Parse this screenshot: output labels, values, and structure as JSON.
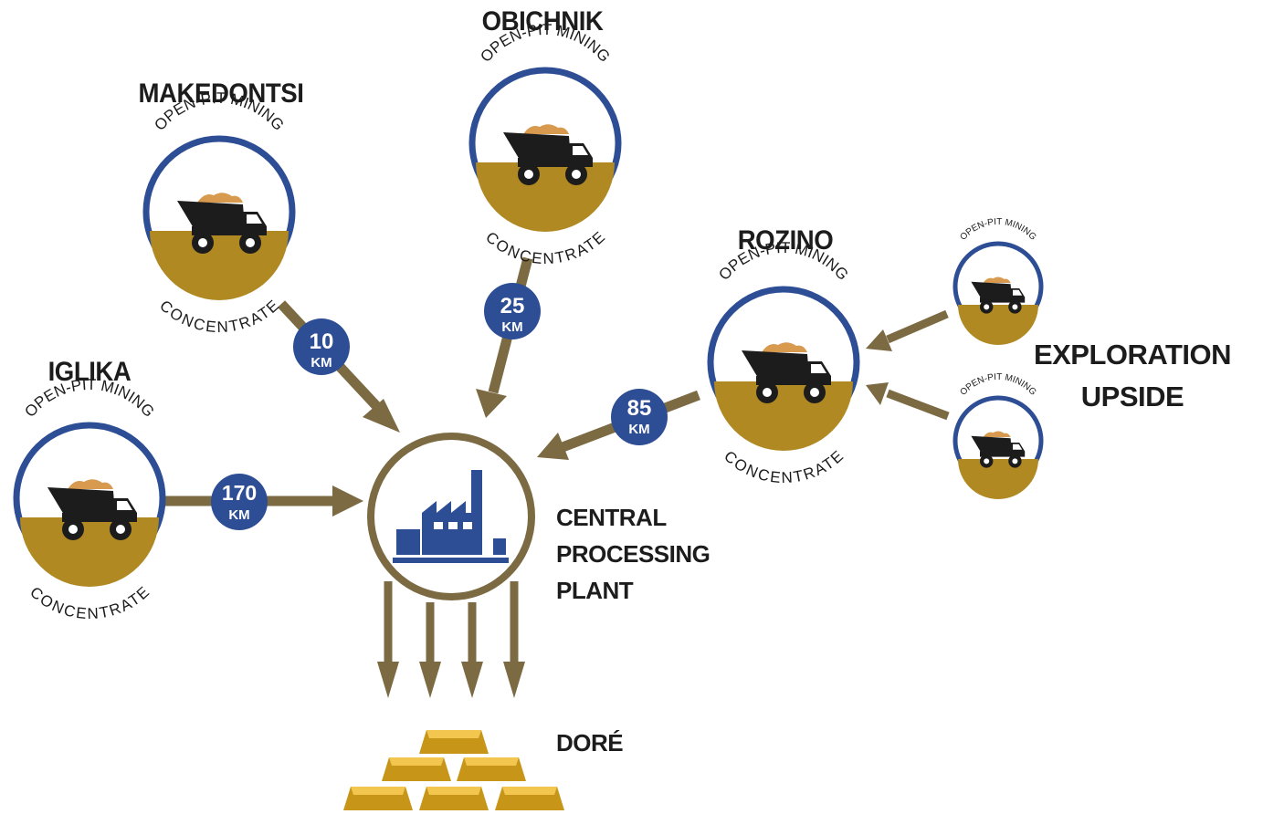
{
  "colors": {
    "blue": "#2d4d94",
    "gold": "#b08923",
    "arrow": "#7b6a42",
    "ore": "#d79a4e",
    "dark": "#1c1c1c",
    "bar_light": "#f3c650",
    "bar_dark": "#c79619"
  },
  "icons": {
    "truck": "dump-truck-icon",
    "plant": "factory-icon",
    "dore": "gold-bars-icon"
  },
  "sites": [
    {
      "id": "makedontsi",
      "name": "MAKEDONTSI",
      "top_text": "OPEN-PIT MINING",
      "bottom_text": "CONCENTRATE",
      "distance": "10",
      "unit": "KM"
    },
    {
      "id": "obichnik",
      "name": "OBICHNIK",
      "top_text": "OPEN-PIT MINING",
      "bottom_text": "CONCENTRATE",
      "distance": "25",
      "unit": "KM"
    },
    {
      "id": "rozino",
      "name": "ROZINO",
      "top_text": "OPEN-PIT MINING",
      "bottom_text": "CONCENTRATE",
      "distance": "85",
      "unit": "KM"
    },
    {
      "id": "iglika",
      "name": "IGLIKA",
      "top_text": "OPEN-PIT MINING",
      "bottom_text": "CONCENTRATE",
      "distance": "170",
      "unit": "KM"
    }
  ],
  "exploration": {
    "line1": "EXPLORATION",
    "line2": "UPSIDE",
    "upper_text": "OPEN-PIT MINING",
    "lower_text": "OPEN-PIT MINING"
  },
  "plant": {
    "line1": "CENTRAL",
    "line2": "PROCESSING",
    "line3": "PLANT"
  },
  "dore": {
    "label": "DORÉ"
  }
}
